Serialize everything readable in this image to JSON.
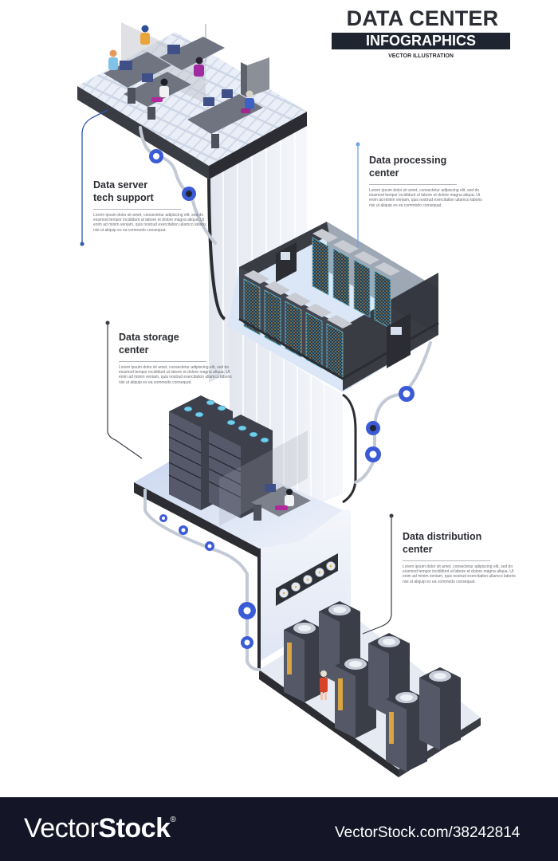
{
  "header": {
    "title": "DATA CENTER",
    "banner": "INFOGRAPHICS",
    "subtitle": "VECTOR ILLUSTRATION"
  },
  "sections": [
    {
      "id": "tech-support",
      "heading_line1": "Data server",
      "heading_line2": "tech support",
      "body": "Lorem ipsum dolor sit amet, consectetur adipiscing elit, sed do eiusmod tempor incididunt ut labore et dolore magna aliqua. Ut enim ad minim veniam, quis nostrud exercitation ullamco laboris nisi ut aliquip ex ea commodo consequat."
    },
    {
      "id": "processing",
      "heading_line1": "Data processing",
      "heading_line2": "center",
      "body": "Lorem ipsum dolor sit amet, consectetur adipiscing elit, sed do eiusmod tempor incididunt ut labore et dolore magna aliqua. Ut enim ad minim veniam, quis nostrud exercitation ullamco laboris nisi ut aliquip ex ea commodo consequat."
    },
    {
      "id": "storage",
      "heading_line1": "Data storage",
      "heading_line2": "center",
      "body": "Lorem ipsum dolor sit amet, consectetur adipiscing elit, sed do eiusmod tempor incididunt ut labore et dolore magna aliqua. Ut enim ad minim veniam, quis nostrud exercitation ullamco laboris nisi ut aliquip ex ea commodo consequat."
    },
    {
      "id": "distribution",
      "heading_line1": "Data distribution",
      "heading_line2": "center",
      "body": "Lorem ipsum dolor sit amet, consectetur adipiscing elit, sed do eiusmod tempor incididunt ut labore et dolore magna aliqua. Ut enim ad minim veniam, quis nostrud exercitation ullamco laboris nisi ut aliquip ex ea commodo consequat."
    }
  ],
  "footer": {
    "logo_light": "Vector",
    "logo_bold": "Stock",
    "logo_mark": "®",
    "url": "VectorStock.com/38242814"
  },
  "colors": {
    "dark": "#1f2530",
    "footer_bg": "#141627",
    "accent_blue": "#3b5bd6",
    "floor_light": "#dfe6f2",
    "rack_dark": "#3a3c44"
  }
}
